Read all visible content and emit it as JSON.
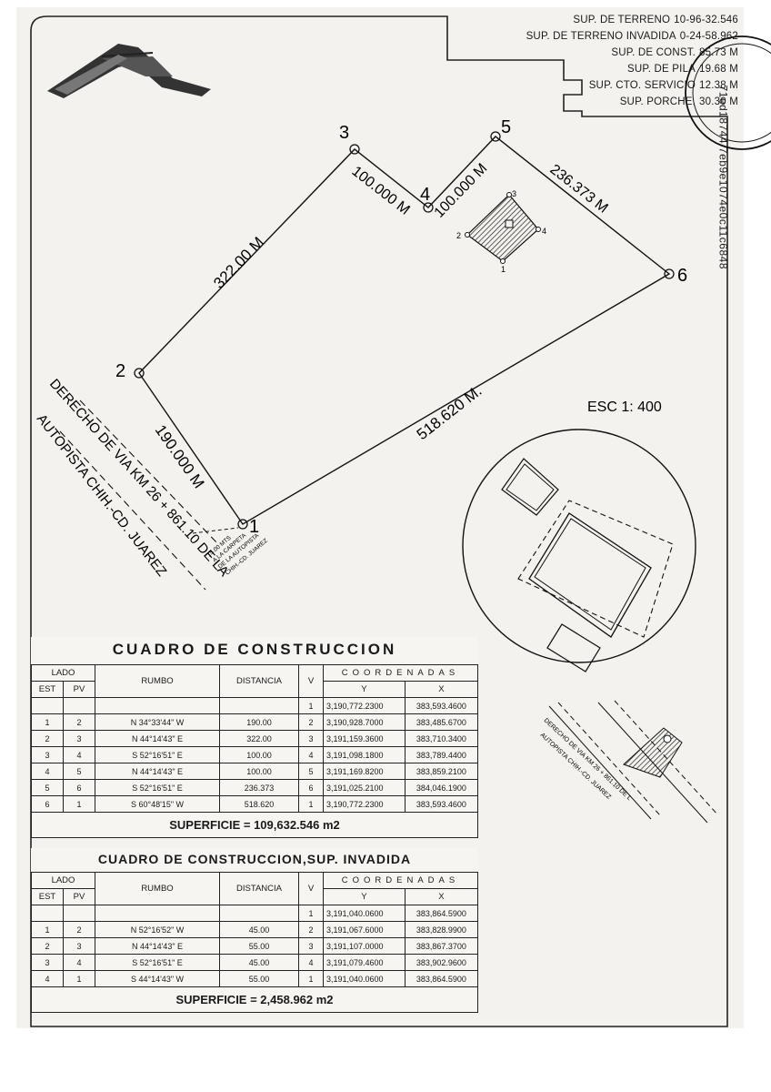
{
  "sup_info": [
    {
      "label": "SUP. DE TERRENO",
      "value": "10-96-32.546"
    },
    {
      "label": "SUP. DE TERRENO INVADIDA",
      "value": "0-24-58.962"
    },
    {
      "label": "SUP. DE CONST.",
      "value": "85.73 M"
    },
    {
      "label": "SUP. DE PILA",
      "value": "19.68 M"
    },
    {
      "label": "SUP. CTO. SERVICIO",
      "value": "12.38 M"
    },
    {
      "label": "SUP. PORCHE.",
      "value": "30.30 M"
    }
  ],
  "plan": {
    "vertex_labels": [
      "1",
      "2",
      "3",
      "4",
      "5",
      "6"
    ],
    "side_lengths": [
      "190.000 M",
      "322.00 M",
      "100.000 M",
      "100.000 M",
      "236.373 M",
      "518.620 M."
    ],
    "building_corner_labels": [
      "1",
      "2",
      "3",
      "4"
    ],
    "road_label_line1": "DERECHO DE VIA KM 26 + 861.10 DE LA",
    "road_label_line2": "AUTOPISTA CHIH.-CD. JUAREZ",
    "offset_note": [
      "15.00 MTS",
      "A LA CARPETA",
      "DE LA AUTOPISTA",
      "CHIH.-CD. JUAREZ"
    ],
    "scale": "ESC 1: 400",
    "document_hash": "71ed18744 7eb9e1074e0c11c6848",
    "inset_road_line1": "DERECHO DE VIA KM 26 + 861.10 DE L",
    "inset_road_line2": "AUTOPISTA CHIH.-CD. JUAREZ"
  },
  "table1": {
    "title": "CUADRO DE CONSTRUCCION",
    "headers": {
      "lado": "LADO",
      "est": "EST",
      "pv": "PV",
      "rumbo": "RUMBO",
      "distancia": "DISTANCIA",
      "v": "V",
      "coordenadas": "COORDENADAS",
      "y": "Y",
      "x": "X"
    },
    "first_row": {
      "v": "1",
      "y": "3,190,772.2300",
      "x": "383,593.4600"
    },
    "rows": [
      {
        "est": "1",
        "pv": "2",
        "rumbo": "N 34°33'44\" W",
        "distancia": "190.00",
        "v": "2",
        "y": "3,190,928.7000",
        "x": "383,485.6700"
      },
      {
        "est": "2",
        "pv": "3",
        "rumbo": "N 44°14'43\" E",
        "distancia": "322.00",
        "v": "3",
        "y": "3,191,159.3600",
        "x": "383,710.3400"
      },
      {
        "est": "3",
        "pv": "4",
        "rumbo": "S 52°16'51\" E",
        "distancia": "100.00",
        "v": "4",
        "y": "3,191,098.1800",
        "x": "383,789.4400"
      },
      {
        "est": "4",
        "pv": "5",
        "rumbo": "N 44°14'43\" E",
        "distancia": "100.00",
        "v": "5",
        "y": "3,191,169.8200",
        "x": "383,859.2100"
      },
      {
        "est": "5",
        "pv": "6",
        "rumbo": "S 52°16'51\" E",
        "distancia": "236.373",
        "v": "6",
        "y": "3,191,025.2100",
        "x": "384,046.1900"
      },
      {
        "est": "6",
        "pv": "1",
        "rumbo": "S 60°48'15\" W",
        "distancia": "518.620",
        "v": "1",
        "y": "3,190,772.2300",
        "x": "383,593.4600"
      }
    ],
    "superficie": "SUPERFICIE = 109,632.546 m2"
  },
  "table2": {
    "title": "CUADRO DE CONSTRUCCION,SUP. INVADIDA",
    "headers": {
      "lado": "LADO",
      "est": "EST",
      "pv": "PV",
      "rumbo": "RUMBO",
      "distancia": "DISTANCIA",
      "v": "V",
      "coordenadas": "COORDENADAS",
      "y": "Y",
      "x": "X"
    },
    "first_row": {
      "v": "1",
      "y": "3,191,040.0600",
      "x": "383,864.5900"
    },
    "rows": [
      {
        "est": "1",
        "pv": "2",
        "rumbo": "N 52°16'52\" W",
        "distancia": "45.00",
        "v": "2",
        "y": "3,191,067.6000",
        "x": "383,828.9900"
      },
      {
        "est": "2",
        "pv": "3",
        "rumbo": "N 44°14'43\" E",
        "distancia": "55.00",
        "v": "3",
        "y": "3,191,107.0000",
        "x": "383,867.3700"
      },
      {
        "est": "3",
        "pv": "4",
        "rumbo": "S 52°16'51\" E",
        "distancia": "45.00",
        "v": "4",
        "y": "3,191,079.4600",
        "x": "383,902.9600"
      },
      {
        "est": "4",
        "pv": "1",
        "rumbo": "S 44°14'43\" W",
        "distancia": "55.00",
        "v": "1",
        "y": "3,191,040.0600",
        "x": "383,864.5900"
      }
    ],
    "superficie": "SUPERFICIE = 2,458.962 m2"
  }
}
